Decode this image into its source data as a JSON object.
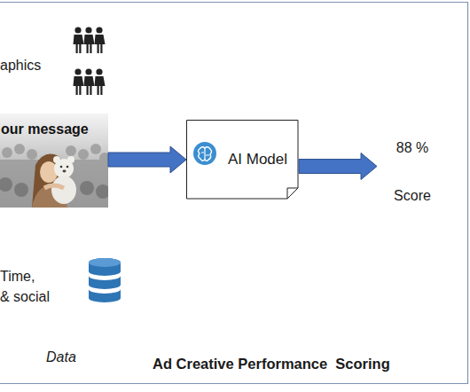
{
  "diagram": {
    "caption": "Ad Creative Performance  Scoring",
    "nodes": [
      {
        "text": [
          "our message"
        ]
      },
      {
        "text": [
          "AI Model"
        ]
      },
      {
        "text": [
          "88 %",
          "Score"
        ]
      }
    ],
    "edges": [
      {
        "from": 0,
        "to": 1,
        "arrow": "to"
      },
      {
        "from": 1,
        "to": 2,
        "arrow": "to"
      }
    ],
    "labels": [
      "aphics",
      "Time,",
      "& social",
      "Data"
    ]
  }
}
